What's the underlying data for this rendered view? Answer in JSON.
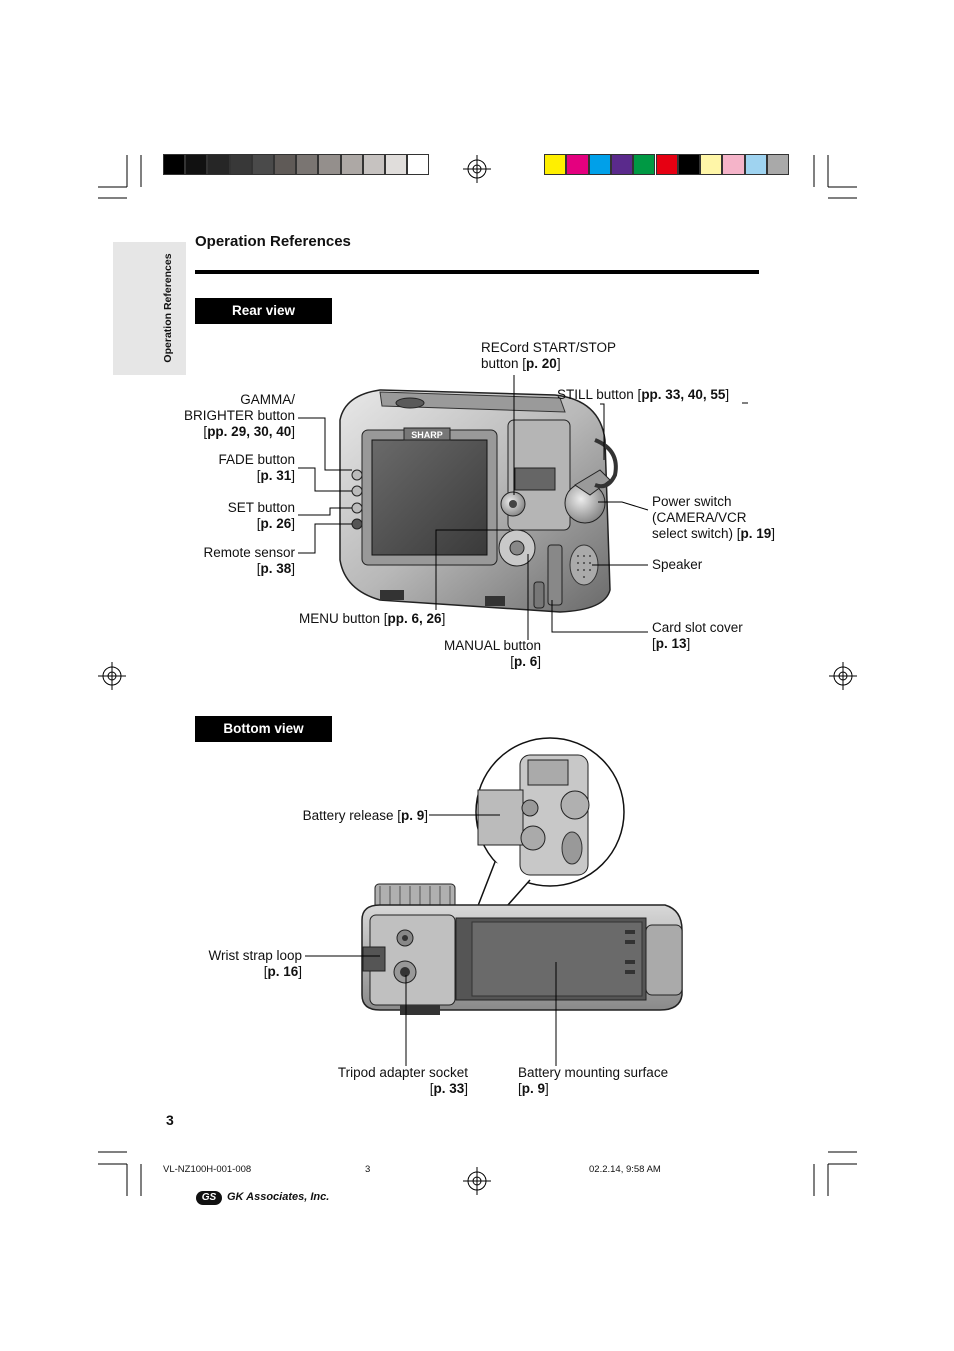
{
  "header": {
    "title": "Operation References",
    "side_tab": "Operation References"
  },
  "color_bars": {
    "gray": [
      "#000000",
      "#111111",
      "#262626",
      "#383838",
      "#4a4a4a",
      "#5f5a57",
      "#7a7572",
      "#948f8c",
      "#ada8a5",
      "#c6c2c0",
      "#e0dddb",
      "#ffffff"
    ],
    "color": [
      "#ffef00",
      "#e4007f",
      "#00a0e9",
      "#5a2a8c",
      "#009944",
      "#e60012",
      "#000000",
      "#fff6a8",
      "#f5b4c9",
      "#9fd3f0",
      "#a9a9a9"
    ]
  },
  "rear_view": {
    "heading": "Rear view",
    "labels": {
      "record_1": "RECord START/STOP",
      "record_2": "button [",
      "record_ref": "p. 20",
      "still_1": "STILL button [",
      "still_ref": "pp. 33, 40, 55",
      "gamma_1": "GAMMA/",
      "gamma_2": "BRIGHTER button",
      "gamma_ref": "pp. 29, 30, 40",
      "fade_1": "FADE button",
      "fade_ref": "p. 31",
      "set_1": "SET button",
      "set_ref": "p. 26",
      "remote_1": "Remote sensor",
      "remote_ref": "p. 38",
      "power_1": "Power switch",
      "power_2": "(CAMERA/VCR",
      "power_3": "select switch) [",
      "power_ref": "p. 19",
      "speaker": "Speaker",
      "card_1": "Card slot cover",
      "card_ref": "p. 13",
      "menu_1": "MENU button [",
      "menu_ref": "pp. 6, 26",
      "manual_1": "MANUAL button",
      "manual_ref": "p. 6"
    },
    "brand": "SHARP"
  },
  "bottom_view": {
    "heading": "Bottom view",
    "labels": {
      "battery_release_1": "Battery release [",
      "battery_release_ref": "p. 9",
      "wrist_1": "Wrist strap loop",
      "wrist_ref": "p. 16",
      "tripod_1": "Tripod  adapter socket",
      "tripod_ref": "p. 33",
      "mount_1": "Battery mounting surface",
      "mount_ref": "p. 9"
    }
  },
  "footer": {
    "page_number": "3",
    "file_code": "VL-NZ100H-001-008",
    "center_page": "3",
    "timestamp": "02.2.14, 9:58 AM",
    "company": "GK Associates, Inc.",
    "logo_text": "GS"
  }
}
